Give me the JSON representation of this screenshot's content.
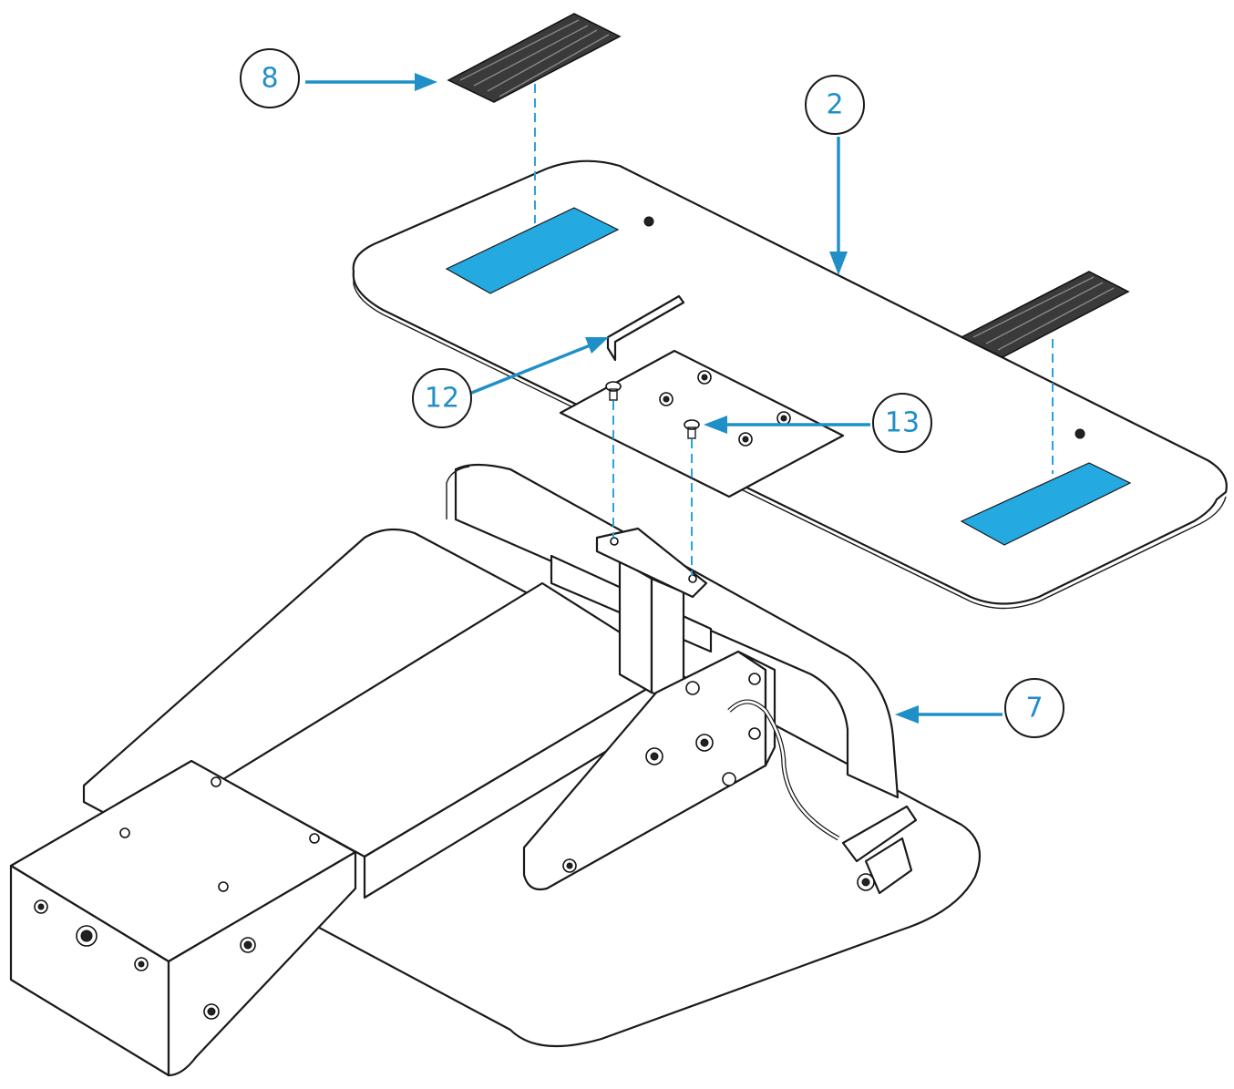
{
  "callouts": [
    {
      "id": "c8",
      "label": "8"
    },
    {
      "id": "c2",
      "label": "2"
    },
    {
      "id": "c12",
      "label": "12"
    },
    {
      "id": "c13",
      "label": "13"
    },
    {
      "id": "c7",
      "label": "7"
    }
  ],
  "colors": {
    "accent": "#1f8fc7",
    "pad": "#24a9e1",
    "line": "#1a1a1a"
  }
}
